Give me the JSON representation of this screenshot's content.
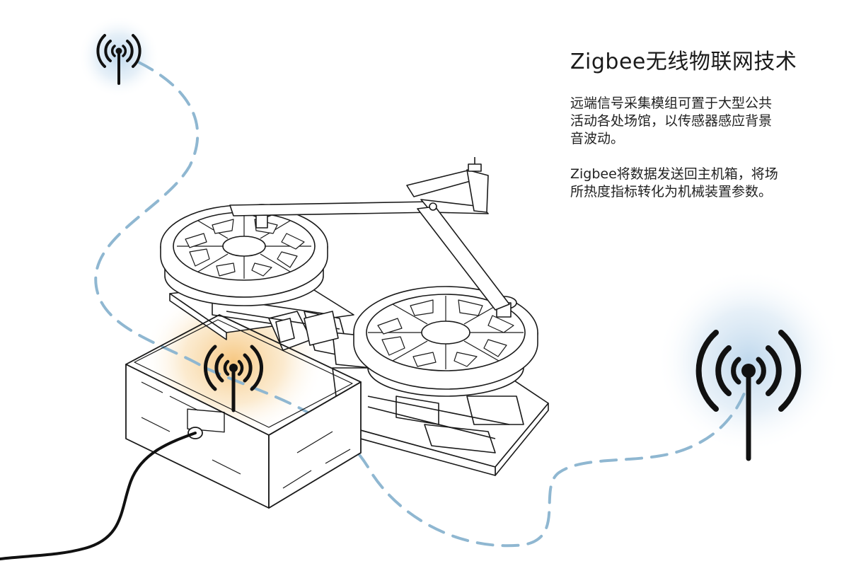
{
  "title": "Zigbee无线物联网技术",
  "paragraphs": [
    "远端信号采集模组可置于大型公共\n活动各处场馆，以传感器感应背景\n音波动。",
    "Zigbee将数据发送回主机箱，将场\n所热度指标转化为机械装置参数。"
  ],
  "colors": {
    "signal_path": "#8fb7d1",
    "remote_glow": "#bcd6ec",
    "host_glow": "#f6c57c",
    "ink": "#111111"
  },
  "icons": [
    "wifi-antenna-icon",
    "wifi-antenna-icon",
    "wifi-antenna-icon"
  ]
}
